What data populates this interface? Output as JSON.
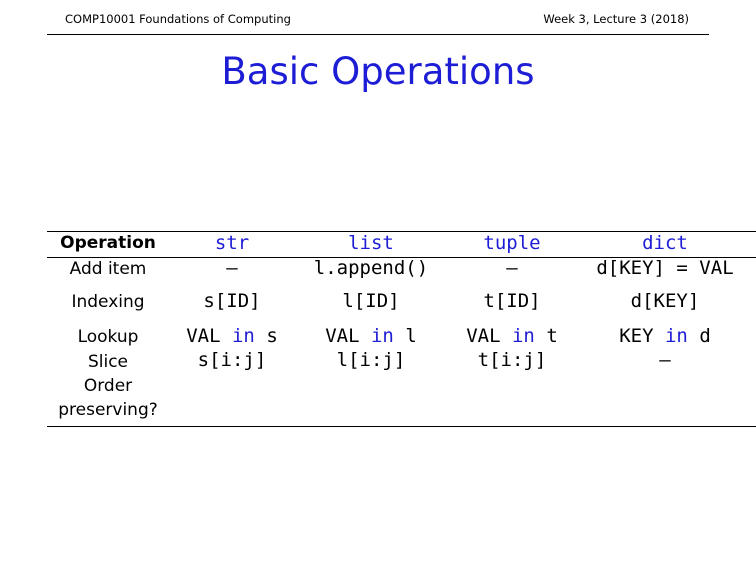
{
  "header": {
    "left": "COMP10001 Foundations of Computing",
    "right": "Week 3, Lecture 3 (2018)"
  },
  "slide": {
    "title": "Basic Operations"
  },
  "table": {
    "columns": [
      "Operation",
      "str",
      "list",
      "tuple",
      "dict"
    ],
    "rows": [
      {
        "label": "Add item",
        "cells": [
          "—",
          "l.append()",
          "—",
          "d[KEY] = VAL"
        ]
      },
      {
        "label": "Indexing",
        "cells": [
          "s[ID]",
          "l[ID]",
          "t[ID]",
          "d[KEY]"
        ]
      },
      {
        "label": "Lookup",
        "cells": [
          {
            "pre": "VAL ",
            "kw": "in",
            "post": " s"
          },
          {
            "pre": "VAL ",
            "kw": "in",
            "post": " l"
          },
          {
            "pre": "VAL ",
            "kw": "in",
            "post": " t"
          },
          {
            "pre": "KEY ",
            "kw": "in",
            "post": " d"
          }
        ]
      },
      {
        "label": "Slice",
        "cells": [
          "s[i:j]",
          "l[i:j]",
          "t[i:j]",
          "—"
        ]
      },
      {
        "label_line1": "Order",
        "label_line2": "preserving?",
        "cells": [
          "",
          "",
          "",
          ""
        ]
      }
    ]
  },
  "colors": {
    "accent": "#1d1dd6"
  }
}
